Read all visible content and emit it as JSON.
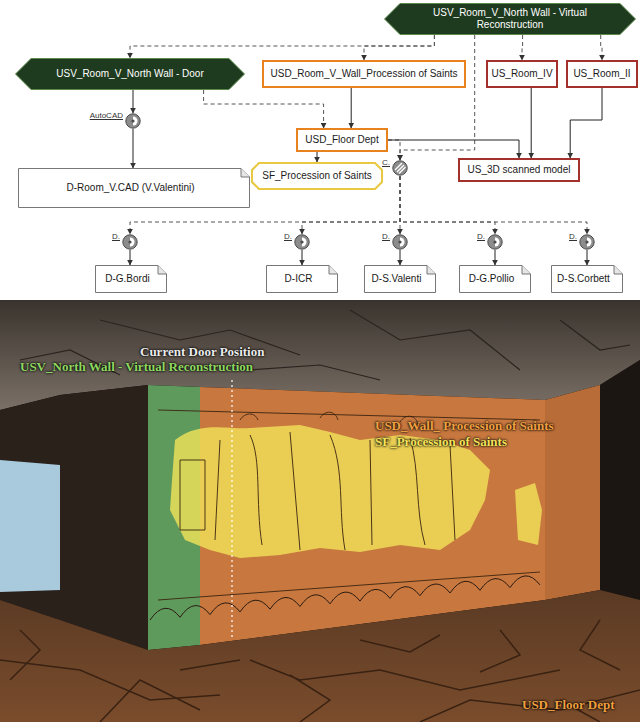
{
  "diagram": {
    "nodes": [
      {
        "text": [
          "USV_Room_V_North Wall - Virtual Reconstruction"
        ]
      },
      {
        "text": [
          "USV_Room_V_North Wall - Door"
        ]
      },
      {
        "text": [
          "USD_Room_V_Wall_Procession of Saints"
        ]
      },
      {
        "text": [
          "US_Room_IV"
        ]
      },
      {
        "text": [
          "US_Room_II"
        ]
      },
      {
        "text": [
          "AutoCAD"
        ]
      },
      {
        "text": [
          "USD_Floor Dept"
        ]
      },
      {
        "text": [
          "D-Room_V.CAD (V.Valentini)"
        ]
      },
      {
        "text": [
          "SF_Procession of Saints"
        ]
      },
      {
        "text": [
          "C."
        ]
      },
      {
        "text": [
          "US_3D scanned model"
        ]
      },
      {
        "text": [
          "D."
        ]
      },
      {
        "text": [
          "D."
        ]
      },
      {
        "text": [
          "D."
        ]
      },
      {
        "text": [
          "D."
        ]
      },
      {
        "text": [
          "D."
        ]
      },
      {
        "text": [
          "D-G.Bordi"
        ]
      },
      {
        "text": [
          "D-ICR"
        ]
      },
      {
        "text": [
          "D-S.Valenti"
        ]
      },
      {
        "text": [
          "D-G.Pollio"
        ]
      },
      {
        "text": [
          "D-S.Corbett"
        ]
      }
    ],
    "edges": [
      {
        "from": 0,
        "to": 1,
        "arrow": "to"
      },
      {
        "from": 0,
        "to": 2,
        "arrow": "to"
      },
      {
        "from": 0,
        "to": 3,
        "arrow": "to"
      },
      {
        "from": 0,
        "to": 4,
        "arrow": "to"
      },
      {
        "from": 0,
        "to": 9,
        "arrow": "to"
      },
      {
        "from": 1,
        "to": 5,
        "arrow": "to"
      },
      {
        "from": 5,
        "to": 7,
        "arrow": "to"
      },
      {
        "from": 1,
        "to": 6,
        "arrow": "to"
      },
      {
        "from": 2,
        "to": 6,
        "arrow": "to"
      },
      {
        "from": 6,
        "to": 8,
        "arrow": "to"
      },
      {
        "from": 6,
        "to": 9,
        "arrow": "to"
      },
      {
        "from": 6,
        "to": 10,
        "arrow": "to"
      },
      {
        "from": 3,
        "to": 10,
        "arrow": "to"
      },
      {
        "from": 4,
        "to": 10,
        "arrow": "to"
      },
      {
        "from": 9,
        "to": 11,
        "arrow": "to"
      },
      {
        "from": 9,
        "to": 12,
        "arrow": "to"
      },
      {
        "from": 9,
        "to": 13,
        "arrow": "to"
      },
      {
        "from": 9,
        "to": 14,
        "arrow": "to"
      },
      {
        "from": 9,
        "to": 15,
        "arrow": "to"
      },
      {
        "from": 11,
        "to": 16,
        "arrow": "to"
      },
      {
        "from": 12,
        "to": 17,
        "arrow": "to"
      },
      {
        "from": 13,
        "to": 18,
        "arrow": "to"
      },
      {
        "from": 14,
        "to": 19,
        "arrow": "to"
      },
      {
        "from": 15,
        "to": 20,
        "arrow": "to"
      }
    ],
    "labels": [
      "Current Door Position",
      "USV_North Wall - Virtual Reconstruction",
      "USD_Wall_ Procession of Saints",
      "SF_Procession of Saints",
      "USD_Floor Dept"
    ]
  }
}
